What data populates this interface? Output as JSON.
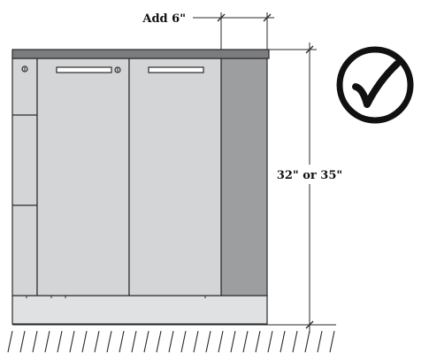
{
  "annotations": {
    "width_addition": "Add 6\"",
    "height_options": "32\" or 35\""
  },
  "badge": {
    "icon": "checkmark-in-circle",
    "meaning": "approved"
  },
  "colors": {
    "cabinet_door": "#d4d5d7",
    "countertop": "#7b7c7e",
    "side_panel": "#9d9ea0",
    "toe_kick": "#e0e1e3",
    "outline": "#2a2a2a",
    "check_badge": "#111111"
  }
}
